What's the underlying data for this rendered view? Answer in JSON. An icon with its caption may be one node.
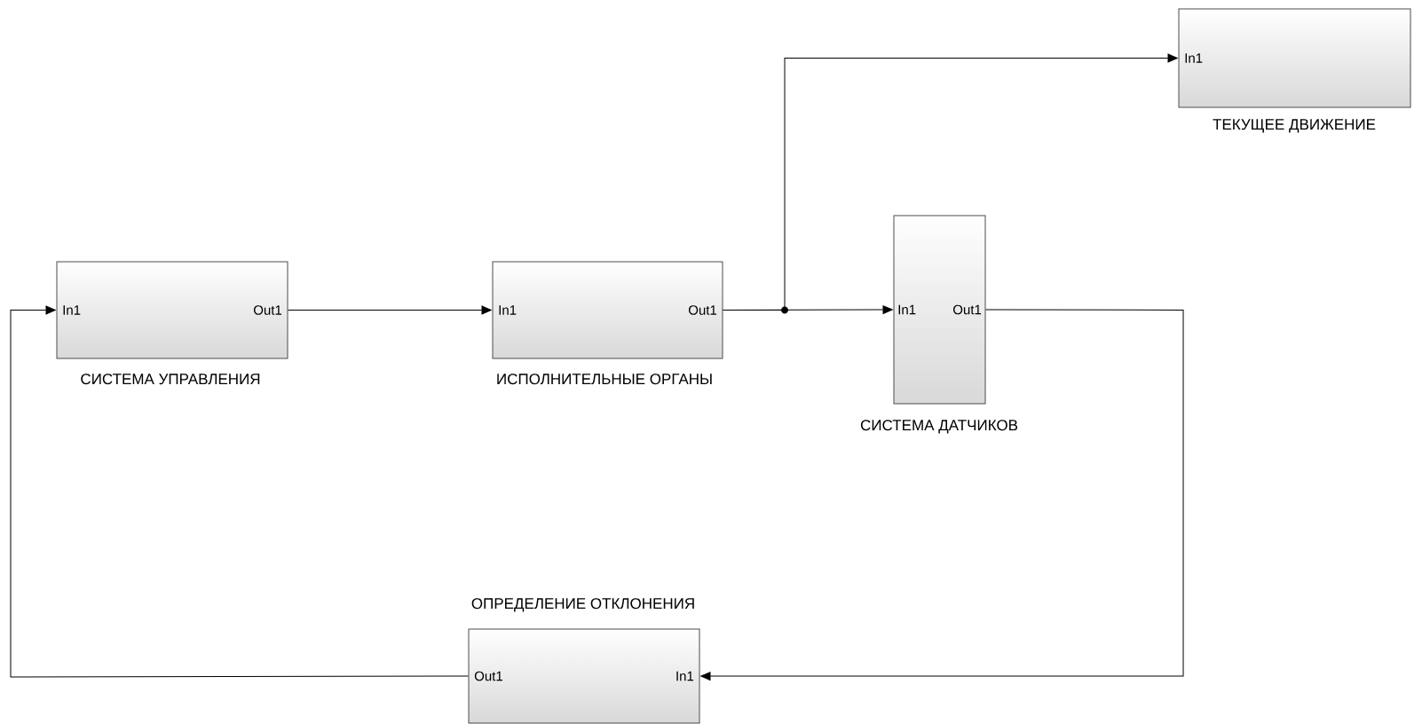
{
  "diagram": {
    "nodes": [
      {
        "text": [
          "In1",
          "Out1",
          "СИСТЕМА УПРАВЛЕНИЯ"
        ]
      },
      {
        "text": [
          "In1",
          "Out1",
          "ИСПОЛНИТЕЛЬНЫЕ ОРГАНЫ"
        ]
      },
      {
        "text": [
          "In1",
          "Out1",
          "СИСТЕМА ДАТЧИКОВ"
        ]
      },
      {
        "text": [
          "In1",
          "ТЕКУЩЕЕ ДВИЖЕНИЕ"
        ]
      },
      {
        "text": [
          "ОПРЕДЕЛЕНИЕ ОТКЛОНЕНИЯ",
          "Out1",
          "In1"
        ]
      }
    ],
    "edges": [
      {
        "from": 0,
        "to": 1,
        "arrow": "to"
      },
      {
        "from": 1,
        "to": 2,
        "arrow": "to"
      },
      {
        "from": 1,
        "to": 3,
        "arrow": "to"
      },
      {
        "from": 2,
        "to": 4,
        "arrow": "to"
      },
      {
        "from": 4,
        "to": 0,
        "arrow": "to"
      }
    ]
  }
}
